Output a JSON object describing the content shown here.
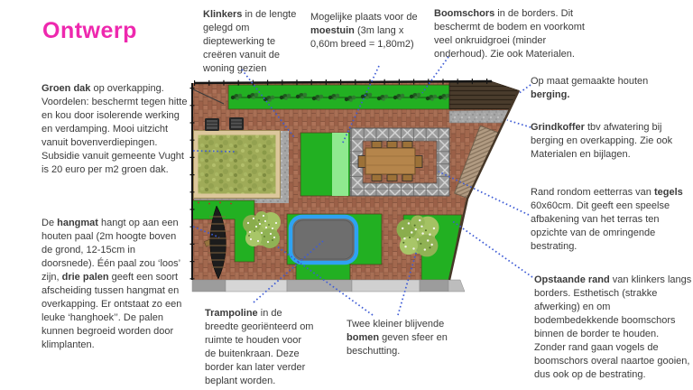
{
  "title": "Ontwerp",
  "colors": {
    "title_color": "#ee28ae",
    "text_color": "#3b3b3b",
    "connector_color": "#3d5bd5",
    "grass": "#22b022",
    "grass_light": "#8fe98f",
    "brick": "#a2684e",
    "tile": "#9c9c9c",
    "shed_wood": "#46392a",
    "table_wood": "#b5854b",
    "trampoline_mat": "#6e6e6e",
    "trampoline_edge": "#2ea2f2",
    "gravel": "#a6a6a6",
    "green_roof_moss": "#9fab58"
  },
  "annotations": {
    "groendak": [
      {
        "t": "Groen dak",
        "b": true
      },
      {
        "t": " op overkapping. Voordelen: beschermt tegen hitte en kou door isolerende werking en verdamping. Mooi uitzicht vanuit bovenverdiepingen. Subsidie vanuit gemeente Vught is 20 euro per m2 groen dak.",
        "b": false
      }
    ],
    "hangmat": [
      {
        "t": "De ",
        "b": false
      },
      {
        "t": "hangmat",
        "b": true
      },
      {
        "t": " hangt op aan een houten paal (2m hoogte boven de grond, 12-15cm in doorsnede). Één paal zou ‘loos’ zijn, ",
        "b": false
      },
      {
        "t": "drie palen",
        "b": true
      },
      {
        "t": " geeft een soort afscheiding tussen hangmat en overkapping. Er ontstaat zo een leuke ‘hanghoek’’. De palen kunnen begroeid worden door klimplanten.",
        "b": false
      }
    ],
    "klinkers": [
      {
        "t": "Klinkers",
        "b": true
      },
      {
        "t": " in de lengte gelegd om dieptewerking te creëren vanuit de woning gezien",
        "b": false
      }
    ],
    "moestuin": [
      {
        "t": "Mogelijke plaats voor de ",
        "b": false
      },
      {
        "t": "moestuin",
        "b": true
      },
      {
        "t": " (3m lang x 0,60m breed = 1,80m2)",
        "b": false
      }
    ],
    "boomschors": [
      {
        "t": "Boomschors",
        "b": true
      },
      {
        "t": " in de borders. Dit beschermt de bodem en voorkomt veel onkruidgroei (minder onderhoud). Zie ook Materialen.",
        "b": false
      }
    ],
    "berging": [
      {
        "t": "Op maat gemaakte houten ",
        "b": false
      },
      {
        "t": "berging.",
        "b": true
      }
    ],
    "grindkoffer": [
      {
        "t": "Grindkoffer",
        "b": true
      },
      {
        "t": " tbv afwatering bij berging en overkapping. Zie ook Materialen en bijlagen.",
        "b": false
      }
    ],
    "tegels": [
      {
        "t": "Rand rondom eetterras van ",
        "b": false
      },
      {
        "t": "tegels",
        "b": true
      },
      {
        "t": " 60x60cm. Dit geeft een speelse afbakening van het terras ten opzichte van de omringende bestrating.",
        "b": false
      }
    ],
    "opstaande": [
      {
        "t": "Opstaande rand",
        "b": true
      },
      {
        "t": " van klinkers langs borders. Esthetisch (strakke afwerking) en om bodembedekkende boomschors binnen de border te houden. Zonder rand gaan vogels de boomschors overal naartoe gooien, dus ook op de bestrating.",
        "b": false
      }
    ],
    "trampoline": [
      {
        "t": "Trampoline",
        "b": true
      },
      {
        "t": " in de breedte georiënteerd om ruimte te houden voor de buitenkraan. Deze border kan later verder beplant worden.",
        "b": false
      }
    ],
    "bomen": [
      {
        "t": "Twee kleiner blijvende ",
        "b": false
      },
      {
        "t": "bomen",
        "b": true
      },
      {
        "t": " geven sfeer en beschutting.",
        "b": false
      }
    ]
  }
}
